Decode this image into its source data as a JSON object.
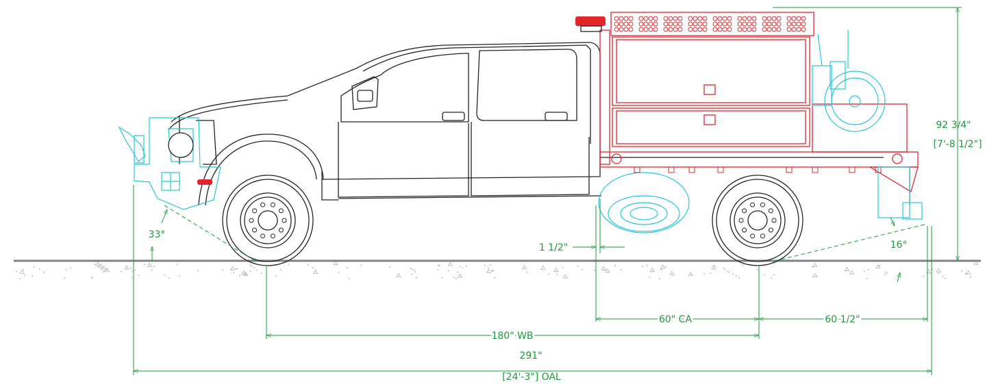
{
  "drawing": {
    "dimensions": {
      "overall_height": "92 3/4\"",
      "overall_height_ft": "[7'-8 1/2\"]",
      "approach_angle": "33°",
      "departure_angle": "16°",
      "frame_gap": "1 1/2\"",
      "cab_to_axle": "60\" CA",
      "rear_overhang": "60 1/2\"",
      "wheelbase": "180\" WB",
      "overall_length": "291\"",
      "overall_length_ft": "[24'-3\"] OAL"
    },
    "colors": {
      "truck": "#222222",
      "body": "#e0252b",
      "equipment": "#22c6dc",
      "dimension": "#1a9a3a",
      "ground": "#808080"
    }
  }
}
